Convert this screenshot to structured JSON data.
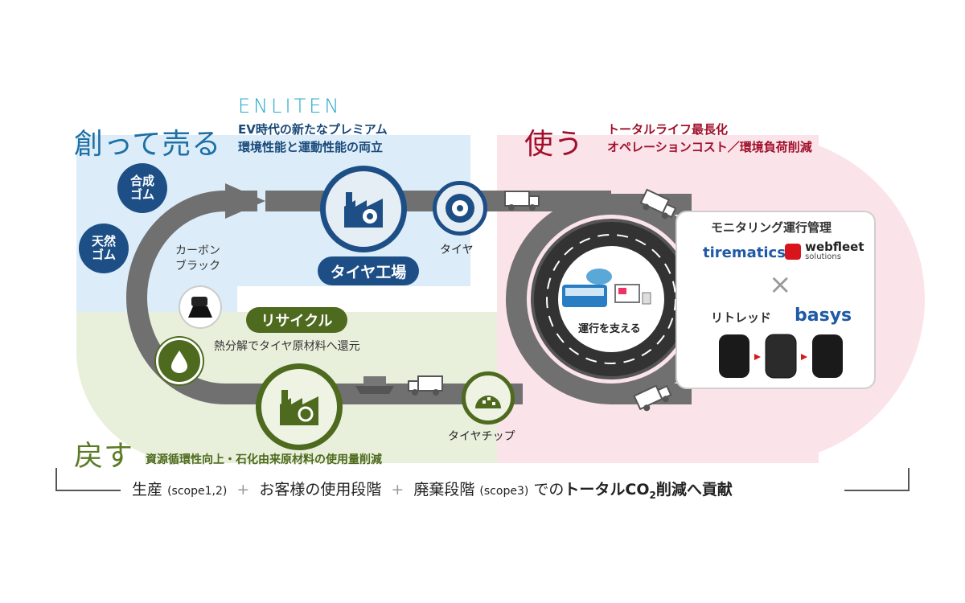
{
  "brand": {
    "enliten": "ENLITEN"
  },
  "create": {
    "title": "創って売る",
    "line1": "EV時代の新たなプレミアム",
    "line2": "環境性能と運動性能の両立",
    "synthetic_rubber": [
      "合成",
      "ゴム"
    ],
    "natural_rubber": [
      "天然",
      "ゴム"
    ],
    "carbon_black": [
      "カーボン",
      "ブラック"
    ],
    "factory_label": "タイヤ工場",
    "tire_label": "タイヤ"
  },
  "use": {
    "title": "使う",
    "line1": "トータルライフ最長化",
    "line2": "オペレーションコスト／環境負荷削減",
    "center_label": "運行を支える",
    "monitoring_title": "モニタリング運行管理",
    "logo_tirematics": "tirematics",
    "logo_webfleet": "webfleet",
    "logo_webfleet_sub": "solutions",
    "times": "×",
    "retread_label": "リトレッド",
    "logo_basys": "basys"
  },
  "recycle": {
    "title": "リサイクル",
    "desc": "熱分解でタイヤ原材料へ還元",
    "chip_label": "タイヤチップ"
  },
  "return": {
    "title": "戻す",
    "line": "資源循環性向上・石化由来原材料の使用量削減"
  },
  "footer": {
    "production": "生産",
    "scope12": "(scope1,2)",
    "plus1": "+",
    "customer_use": "お客様の使用段階",
    "plus2": "+",
    "disposal": "廃棄段階",
    "scope3": "(scope3)",
    "de_no": "での",
    "total": "トータルCO",
    "sub2": "2",
    "contribution": "削減へ貢献"
  },
  "colors": {
    "navy": "#1a4a7a",
    "blue_text": "#1d6fa5",
    "green": "#5b7a24",
    "red": "#a0102a",
    "gray_arrow": "#6b6b6b",
    "cyan": "#27a9cf"
  }
}
